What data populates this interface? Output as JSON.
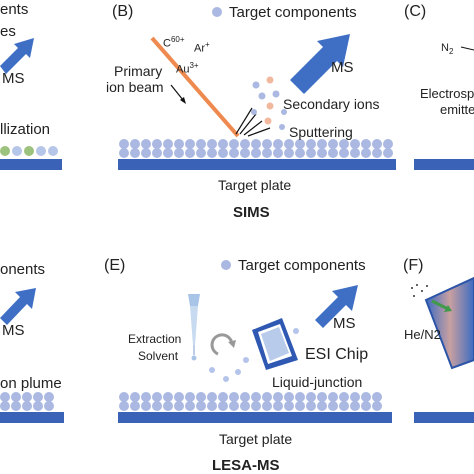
{
  "panel_a": {
    "line1": "ents",
    "line2": "es",
    "ms_label": "MS",
    "process_label": "llization"
  },
  "panel_b": {
    "letter": "(B)",
    "legend_label": "Target components",
    "ion_c60": "C",
    "ion_c60_charge": "60+",
    "ion_ar": "Ar",
    "ion_ar_charge": "+",
    "ion_au": "Au",
    "ion_au_charge": "3+",
    "primary_line1": "Primary",
    "primary_line2": "ion beam",
    "ms_label": "MS",
    "secondary_ions": "Secondary ions",
    "sputtering": "Sputtering",
    "target_plate": "Target plate",
    "technique": "SIMS"
  },
  "panel_c": {
    "letter": "(C)",
    "gas": "N",
    "gas_sub": "2",
    "line1": "Electrosp",
    "line2": "emitte"
  },
  "panel_d": {
    "legend_label": "onents",
    "ms_label": "MS",
    "plume_label": "on plume"
  },
  "panel_e": {
    "letter": "(E)",
    "legend_label": "Target components",
    "solvent_line1": "Extraction",
    "solvent_line2": "Solvent",
    "ms_label": "MS",
    "esi_chip": "ESI Chip",
    "junction": "Liquid-junction",
    "target_plate": "Target plate",
    "technique": "LESA-MS"
  },
  "panel_f": {
    "letter": "(F)",
    "gas": "He/N2"
  },
  "colors": {
    "plate": "#3a63b8",
    "arrow": "#3f6fc4",
    "molecule": "#aab8e2",
    "beam": "#ee8a4f",
    "secondary_ion": "#f1b89d"
  }
}
